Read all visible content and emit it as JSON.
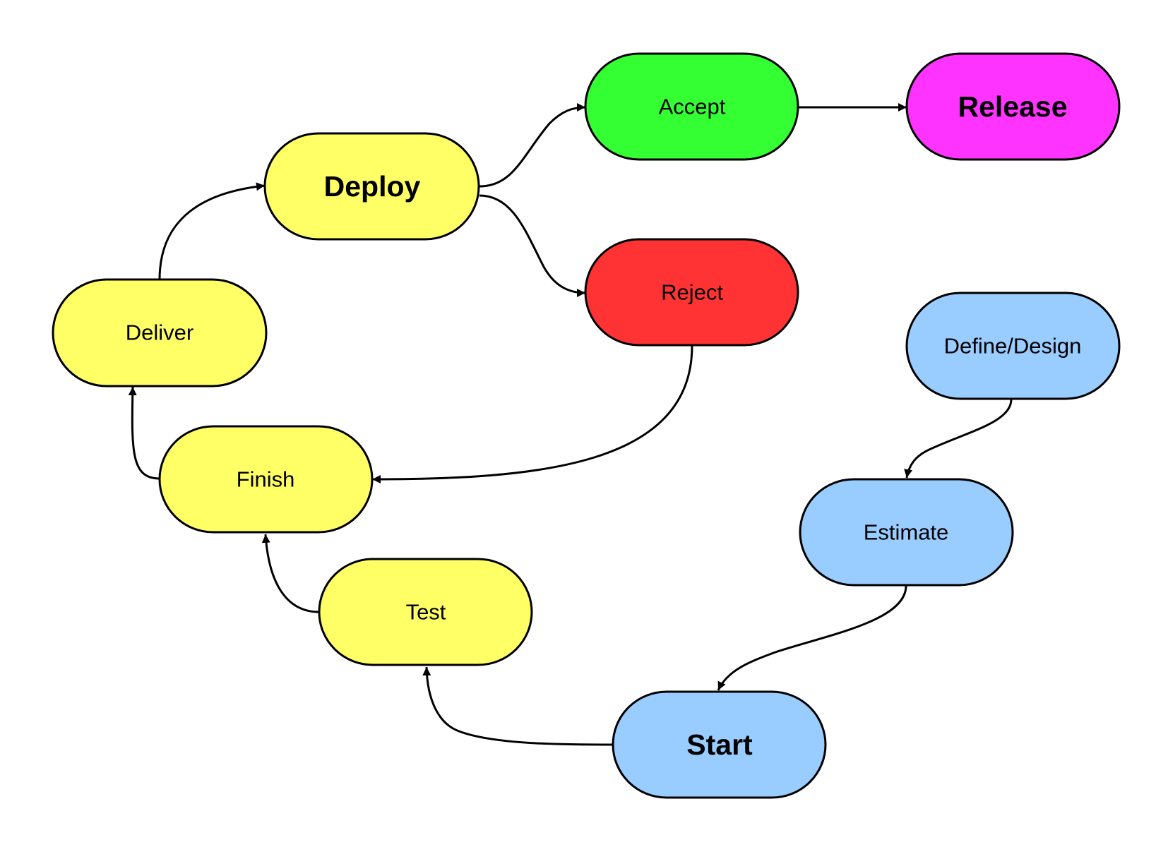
{
  "colors": {
    "yellow": "#ffff66",
    "green": "#33ff33",
    "red": "#ff3333",
    "magenta": "#ff33ff",
    "blue": "#99ccff",
    "stroke": "#000000"
  },
  "nodes": {
    "accept": {
      "label": "Accept",
      "fill": "#33ff33",
      "bold": false
    },
    "release": {
      "label": "Release",
      "fill": "#ff33ff",
      "bold": true
    },
    "deploy": {
      "label": "Deploy",
      "fill": "#ffff66",
      "bold": true
    },
    "reject": {
      "label": "Reject",
      "fill": "#ff3333",
      "bold": false
    },
    "deliver": {
      "label": "Deliver",
      "fill": "#ffff66",
      "bold": false
    },
    "define_design": {
      "label": "Define/Design",
      "fill": "#99ccff",
      "bold": false
    },
    "finish": {
      "label": "Finish",
      "fill": "#ffff66",
      "bold": false
    },
    "estimate": {
      "label": "Estimate",
      "fill": "#99ccff",
      "bold": false
    },
    "test": {
      "label": "Test",
      "fill": "#ffff66",
      "bold": false
    },
    "start": {
      "label": "Start",
      "fill": "#99ccff",
      "bold": true
    }
  },
  "edges": [
    {
      "from": "define_design",
      "to": "estimate"
    },
    {
      "from": "estimate",
      "to": "start"
    },
    {
      "from": "start",
      "to": "test"
    },
    {
      "from": "test",
      "to": "finish"
    },
    {
      "from": "finish",
      "to": "deliver"
    },
    {
      "from": "deliver",
      "to": "deploy"
    },
    {
      "from": "deploy",
      "to": "accept"
    },
    {
      "from": "deploy",
      "to": "reject"
    },
    {
      "from": "accept",
      "to": "release"
    },
    {
      "from": "reject",
      "to": "finish"
    }
  ]
}
